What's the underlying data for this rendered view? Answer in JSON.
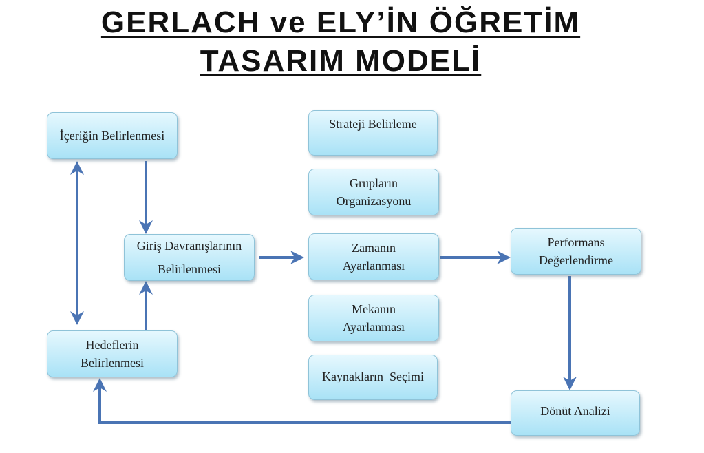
{
  "title": {
    "line1": "GERLACH ve ELY’İN ÖĞRETİM",
    "line2": "TASARIM  MODELİ"
  },
  "nodes": {
    "icerik": "İçeriğin Belirlenmesi",
    "giris": [
      "Giriş Davranışlarının",
      "Belirlenmesi"
    ],
    "hedef": [
      "Hedeflerin",
      "Belirlenmesi"
    ],
    "strateji": "Strateji Belirleme",
    "gruplar": [
      "Grupların",
      "Organizasyonu"
    ],
    "zaman": [
      "Zamanın",
      "Ayarlanması"
    ],
    "mekan": [
      "Mekanın",
      "Ayarlanması"
    ],
    "kaynak": "Kaynakların  Seçimi",
    "performans": [
      "Performans",
      "Değerlendirme"
    ],
    "donut": "Dönüt Analizi"
  },
  "colors": {
    "arrow": "#4a74b4",
    "box_top": "#e6f8fe",
    "box_bottom": "#a9e2f6"
  }
}
